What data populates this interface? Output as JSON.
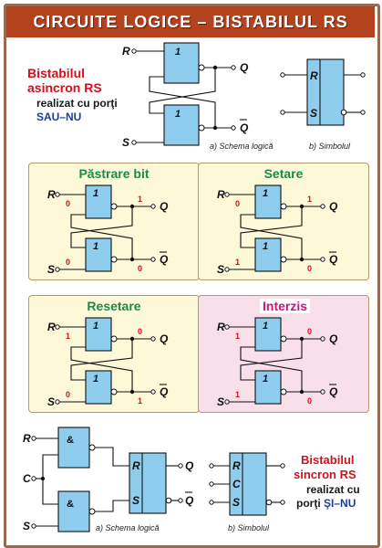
{
  "title": "CIRCUITE LOGICE – BISTABILUL RS",
  "async_section": {
    "heading_line1": "Bistabilul",
    "heading_line2": "asincron RS",
    "sub_line1": "realizat cu porţi",
    "sub_line2": "SAU–NU",
    "caption_logic": "a) Schema logică",
    "caption_symbol": "b) Simbolul",
    "input_r": "R",
    "input_s": "S",
    "output_q": "Q",
    "output_qbar": "Q",
    "gate_label": "1",
    "symbol_r": "R",
    "symbol_s": "S"
  },
  "states": [
    {
      "title": "Păstrare bit",
      "title_color": "#1b8a4a",
      "bg": "cream",
      "r": "0",
      "s": "0",
      "q": "1",
      "qbar": "0"
    },
    {
      "title": "Setare",
      "title_color": "#1b8a4a",
      "bg": "cream",
      "r": "0",
      "s": "1",
      "q": "1",
      "qbar": "0"
    },
    {
      "title": "Resetare",
      "title_color": "#1b8a4a",
      "bg": "cream",
      "r": "1",
      "s": "0",
      "q": "0",
      "qbar": "1"
    },
    {
      "title": "Interzis",
      "title_color": "#c8167a",
      "bg": "pink",
      "r": "1",
      "s": "1",
      "q": "0",
      "qbar": "0"
    }
  ],
  "state_labels": {
    "r": "R",
    "s": "S",
    "q": "Q",
    "qbar": "Q",
    "gate": "1"
  },
  "sync_section": {
    "heading_line1": "Bistabilul",
    "heading_line2": "sincron RS",
    "sub_line1": "realizat cu",
    "sub_line2_prefix": "porţi",
    "sub_line2_gates": "ŞI–NU",
    "caption_logic": "a) Schema logică",
    "caption_symbol": "b) Simbolul",
    "input_r": "R",
    "input_c": "C",
    "input_s": "S",
    "output_q": "Q",
    "output_qbar": "Q",
    "gate_label": "&",
    "symbol_r": "R",
    "symbol_c": "C",
    "symbol_s": "S"
  },
  "colors": {
    "title_bar": "#b5421f",
    "gate_fill": "#8fcdee",
    "value_red": "#d0121e",
    "heading_red": "#d0121e",
    "heading_blue": "#1d3f9a"
  }
}
